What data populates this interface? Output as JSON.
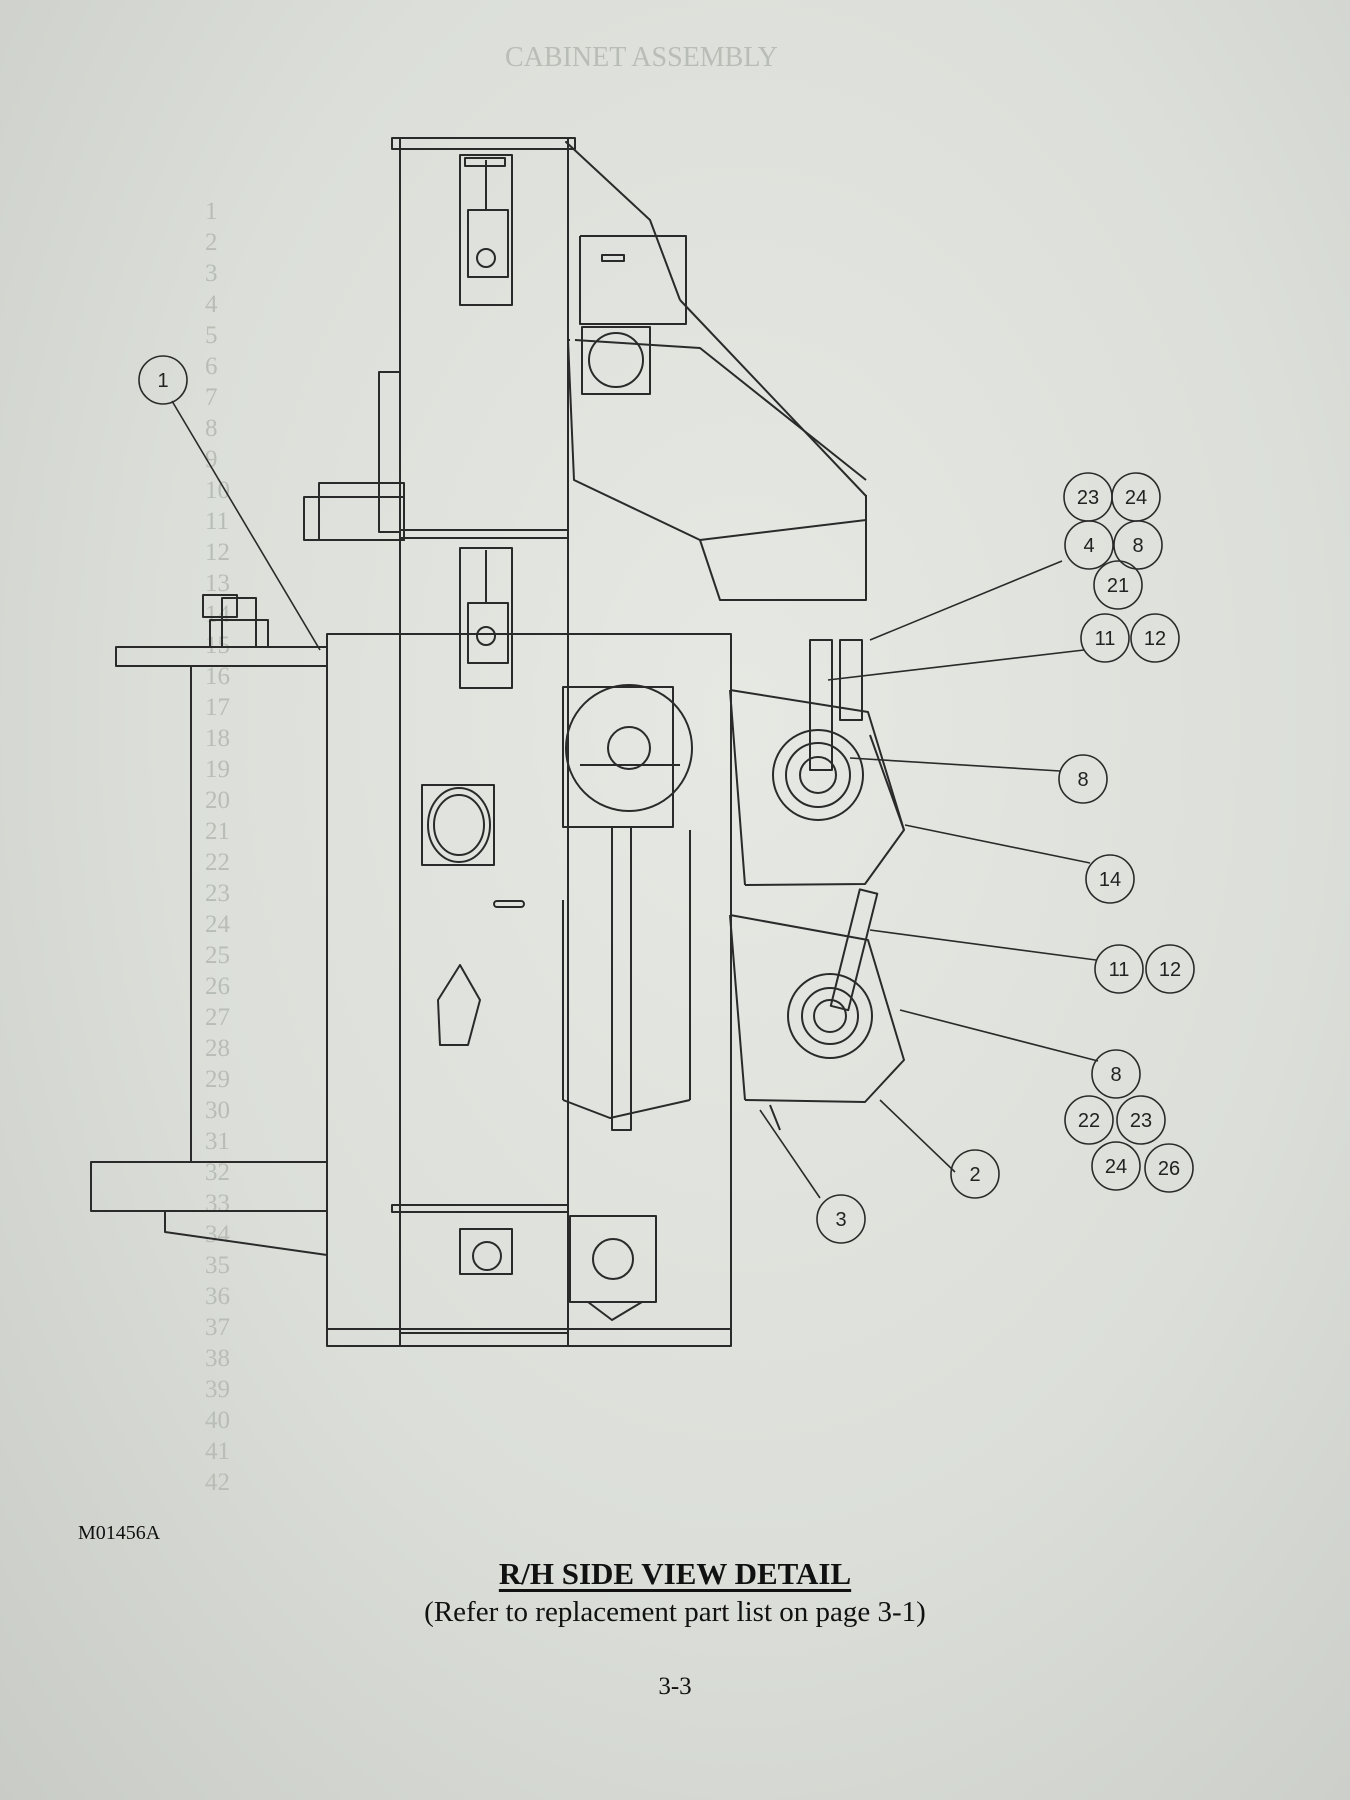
{
  "document": {
    "drawing_code": "M01456A",
    "title": "R/H SIDE VIEW DETAIL",
    "subtitle": "(Refer to replacement part list on page 3-1)",
    "page_number": "3-3"
  },
  "bleed_through": {
    "heading": "CABINET ASSEMBLY",
    "numbers": [
      "1",
      "2",
      "3",
      "4",
      "5",
      "6",
      "7",
      "8",
      "9",
      "10",
      "11",
      "12",
      "13",
      "14",
      "15",
      "16",
      "17",
      "18",
      "19",
      "20",
      "21",
      "22",
      "23",
      "24",
      "25",
      "26",
      "27",
      "28",
      "29",
      "30",
      "31",
      "32",
      "33",
      "34",
      "35",
      "36",
      "37",
      "38",
      "39",
      "40",
      "41",
      "42"
    ]
  },
  "callouts": [
    {
      "id": "c1",
      "label": "1"
    },
    {
      "id": "c23a",
      "label": "23"
    },
    {
      "id": "c24a",
      "label": "24"
    },
    {
      "id": "c4",
      "label": "4"
    },
    {
      "id": "c8a",
      "label": "8"
    },
    {
      "id": "c21",
      "label": "21"
    },
    {
      "id": "c11a",
      "label": "11"
    },
    {
      "id": "c12a",
      "label": "12"
    },
    {
      "id": "c8b",
      "label": "8"
    },
    {
      "id": "c14",
      "label": "14"
    },
    {
      "id": "c11b",
      "label": "11"
    },
    {
      "id": "c12b",
      "label": "12"
    },
    {
      "id": "c8c",
      "label": "8"
    },
    {
      "id": "c22",
      "label": "22"
    },
    {
      "id": "c23b",
      "label": "23"
    },
    {
      "id": "c24b",
      "label": "24"
    },
    {
      "id": "c26",
      "label": "26"
    },
    {
      "id": "c2",
      "label": "2"
    },
    {
      "id": "c3",
      "label": "3"
    }
  ],
  "colors": {
    "ink": "#2a2a2a",
    "paper": "#e2e4df",
    "ghost": "#b8bdb6"
  }
}
